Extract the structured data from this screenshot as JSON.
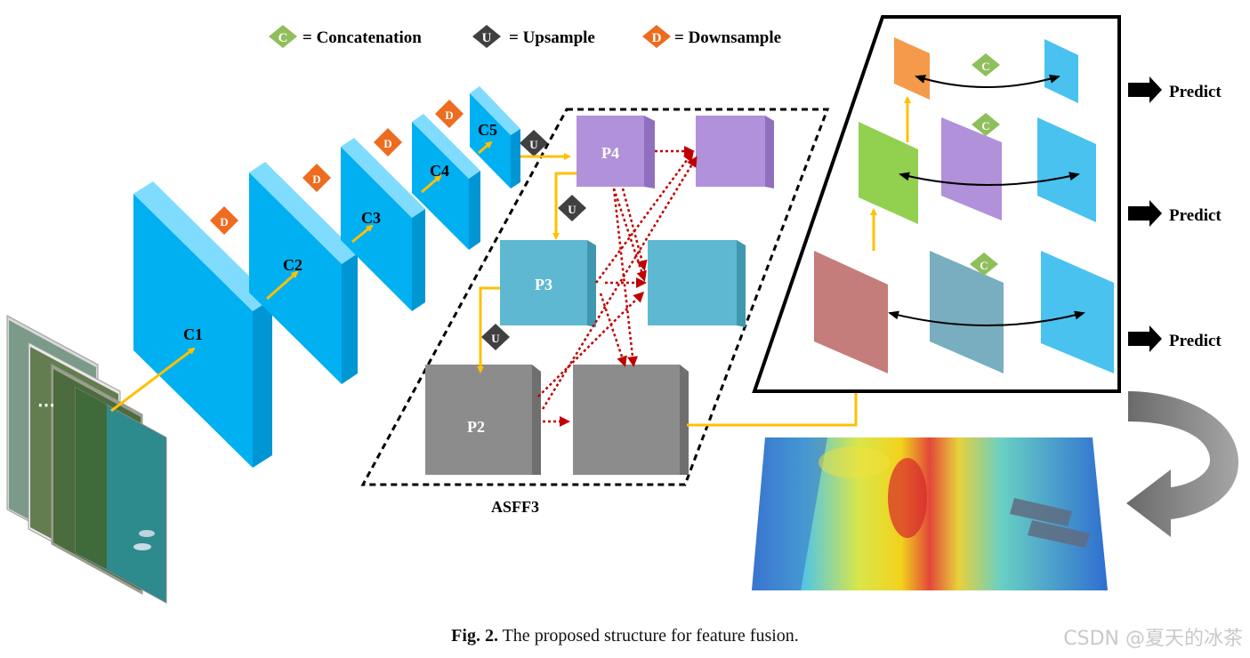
{
  "legend": {
    "concat_symbol": "C",
    "concat_label": "= Concatenation",
    "up_symbol": "U",
    "up_label": "= Upsample",
    "down_symbol": "D",
    "down_label": "= Downsample"
  },
  "backbone": {
    "c1": "C1",
    "c2": "C2",
    "c3": "C3",
    "c4": "C4",
    "c5": "C5"
  },
  "asff": {
    "p4": "P4",
    "p3": "P3",
    "p2": "P2",
    "title": "ASFF3"
  },
  "head": {
    "predict_1": "Predict",
    "predict_2": "Predict",
    "predict_3": "Predict"
  },
  "caption": {
    "prefix": "Fig. 2.",
    "text": "The proposed structure for feature fusion."
  },
  "watermark": "CSDN @夏天的冰茶",
  "colors": {
    "backbone": "#00b0f0",
    "p4": "#b191d9",
    "p3": "#5fb8d1",
    "p2": "#8c8c8c",
    "arrow_yellow": "#ffc000",
    "arrow_red": "#c00000",
    "concat": "#8fbf5a",
    "upsample": "#404040",
    "downsample": "#ed6c1f"
  }
}
